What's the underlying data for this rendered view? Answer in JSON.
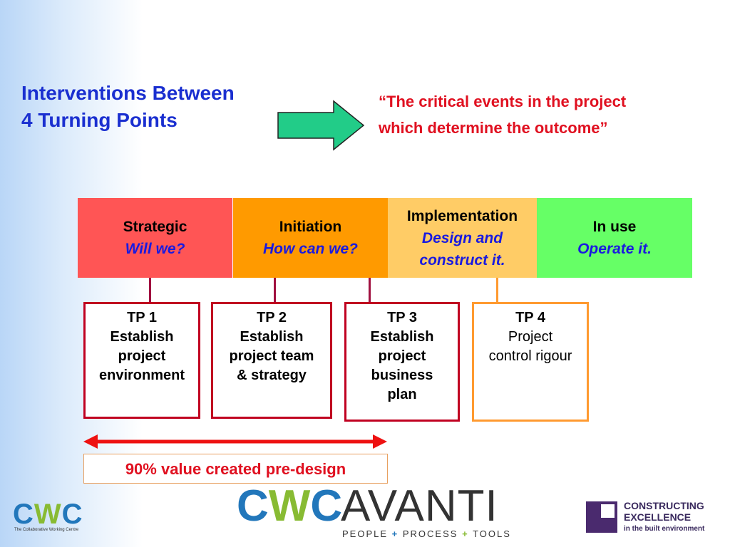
{
  "title": {
    "line1": "Interventions Between",
    "line2": "4 Turning Points"
  },
  "quote": "“The critical events in the project which determine the outcome”",
  "stages": [
    {
      "name": "Strategic",
      "question": "Will we?",
      "color": "#ff5555"
    },
    {
      "name": "Initiation",
      "question": "How can we?",
      "color": "#ff9a00"
    },
    {
      "name": "Implementation",
      "question": "Design and construct it.",
      "color": "#ffcc66"
    },
    {
      "name": "In use",
      "question": "Operate it.",
      "color": "#66ff66"
    }
  ],
  "turning_points": [
    {
      "label": "TP 1",
      "desc": [
        "Establish",
        "project",
        "environment"
      ],
      "border": "#c00020"
    },
    {
      "label": "TP 2",
      "desc": [
        "Establish",
        "project team",
        "& strategy"
      ],
      "border": "#c00020"
    },
    {
      "label": "TP 3",
      "desc": [
        "Establish",
        "project",
        "business",
        "plan"
      ],
      "border": "#c00020"
    },
    {
      "label": "TP 4",
      "desc": [
        "Project",
        "control rigour"
      ],
      "border": "#ff9a30"
    }
  ],
  "banner": "90% value created pre-design",
  "logos": {
    "cwc_small": "CWC",
    "cwc_small_sub": "The Collaborative Working Centre",
    "avanti_cwc": "CWC",
    "avanti_name": "AVANTI",
    "avanti_tagline": [
      "PEOPLE",
      "+",
      "PROCESS",
      "+",
      "TOOLS"
    ],
    "ce_line1": "CONSTRUCTING",
    "ce_line2": "EXCELLENCE",
    "ce_sub": "in the built environment"
  },
  "colors": {
    "title": "#1a2fd0",
    "quote": "#e01020",
    "arrow_fill": "#22cc88",
    "cwc_blue": "#2277bb",
    "cwc_green": "#88bb33"
  }
}
